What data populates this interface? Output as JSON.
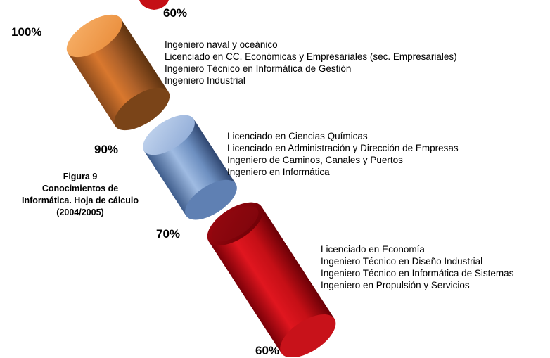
{
  "caption": {
    "line1": "Figura 9",
    "line2": "Conocimientos de",
    "line3": "Informática. Hoja de cálculo",
    "line4": "(2004/2005)"
  },
  "segments": [
    {
      "id": "orange",
      "top_label": "100%",
      "bottom_label": "90%",
      "color": "#e07a2a",
      "items": [
        "Ingeniero naval y oceánico",
        "Licenciado en CC. Económicas y Empresariales (sec. Empresariales)",
        "Ingeniero Técnico en Informática de Gestión",
        "Ingeniero Industrial"
      ]
    },
    {
      "id": "blue",
      "top_label": "90%",
      "bottom_label": "70%",
      "color": "#6f93c8",
      "items": [
        "Licenciado en Ciencias Químicas",
        "Licenciado en Administración y Dirección de Empresas",
        "Ingeniero de Caminos, Canales y Puertos",
        "Ingeniero en Informática"
      ]
    },
    {
      "id": "red",
      "top_label": "70%",
      "bottom_label": "60%",
      "color": "#d8141a",
      "items": [
        "Licenciado en Economía",
        "Ingeniero Técnico en Diseño Industrial",
        "Ingeniero Técnico en Informática de Sistemas",
        "Ingeniero en Propulsión y Servicios"
      ]
    }
  ],
  "labels": {
    "top_partial": "60%",
    "p100": "100%",
    "p90": "90%",
    "p70": "70%",
    "p60": "60%"
  }
}
